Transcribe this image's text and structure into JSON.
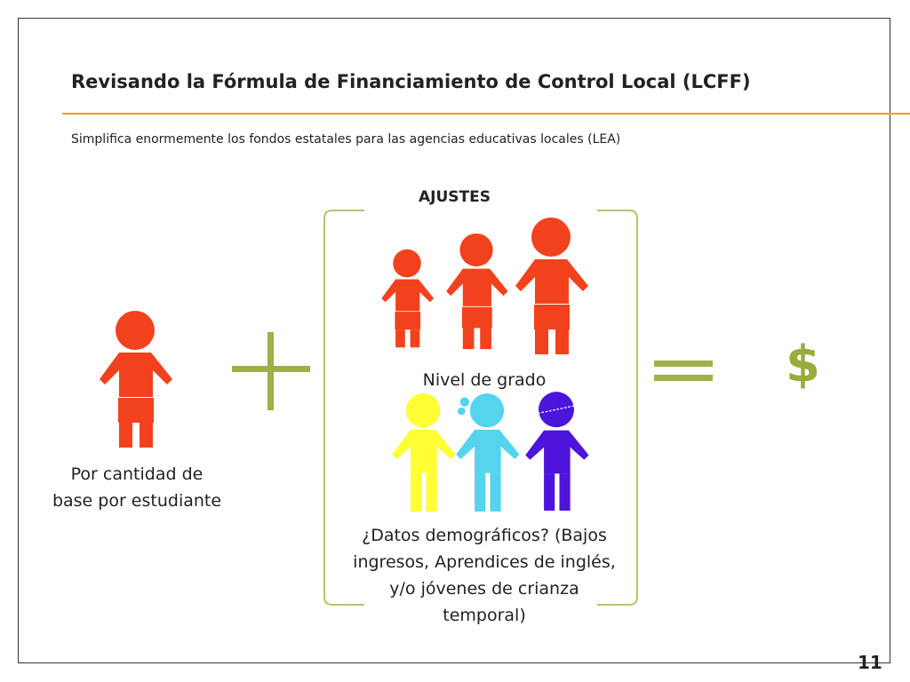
{
  "slide": {
    "title": "Revisando la Fórmula de Financiamiento de Control Local (LCFF)",
    "subtitle": "Simplifica enormemente los fondos estatales para las agencias educativas locales (LEA)",
    "adjustments_heading": "AJUSTES",
    "base_label_line1": "Por cantidad de",
    "base_label_line2": "base por estudiante",
    "grade_label": "Nivel de grado",
    "demographics_label_line1": "¿Datos demográficos? (Bajos",
    "demographics_label_line2": "ingresos, Aprendices de inglés,",
    "demographics_label_line3": "y/o jóvenes de crianza",
    "demographics_label_line4": "temporal)",
    "result_symbol": "$",
    "page_number": "11"
  },
  "colors": {
    "accent_rule": "#f0a30a",
    "figure_red": "#f2421d",
    "figure_yellow": "#ffff33",
    "figure_cyan": "#55d4ee",
    "figure_purple": "#4d14dc",
    "symbol_green": "#9aab3c"
  },
  "icons": {
    "base": "person-icon",
    "plus": "plus-icon",
    "equals": "equals-icon",
    "bracket": "bracket-icon"
  }
}
